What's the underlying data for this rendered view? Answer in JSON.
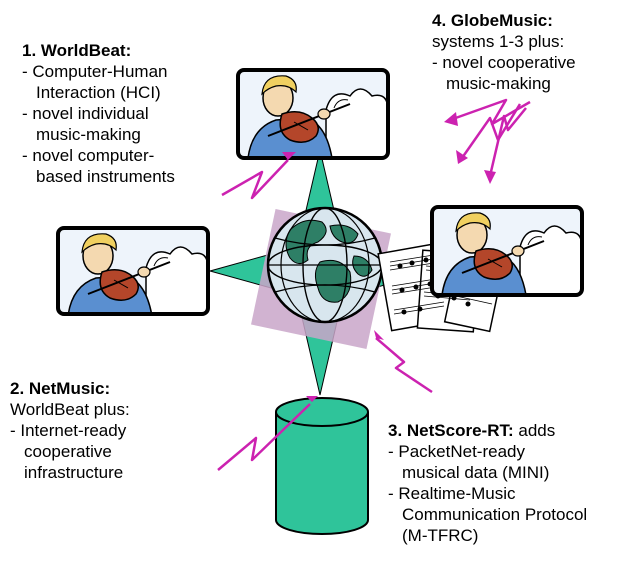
{
  "wordlbeat": {
    "title": "1. WorldBeat:",
    "items": [
      "- Computer-Human",
      "Interaction (HCI)",
      "- novel individual",
      "music-making",
      "- novel computer-",
      "based instruments"
    ]
  },
  "globemusic": {
    "title": "4. GlobeMusic:",
    "lines": [
      "systems 1-3 plus:",
      "- novel cooperative",
      "music-making"
    ]
  },
  "netmusic": {
    "title": "2. NetMusic:",
    "lines": [
      "WorldBeat plus:",
      "- Internet-ready",
      "cooperative",
      "infrastructure"
    ]
  },
  "netscore": {
    "title": "3. NetScore-RT:",
    "title_suffix": " adds",
    "lines": [
      "- PacketNet-ready",
      "musical data (MINI)",
      "- Realtime-Music",
      "Communication Protocol",
      "(M-TFRC)"
    ]
  },
  "colors": {
    "star": "#2fc49a",
    "arrow": "#cc22b0",
    "globe_land": "#2e7f66",
    "globe_sea": "#d8e6ee",
    "square": "#c9a6c9",
    "frame": "#000000",
    "cylinder": "#2fc49a"
  },
  "icons": [
    "violinist-icon",
    "globe-icon",
    "sheet-music-icon",
    "database-cylinder-icon",
    "lightning-arrow-icon",
    "compass-star-icon"
  ]
}
